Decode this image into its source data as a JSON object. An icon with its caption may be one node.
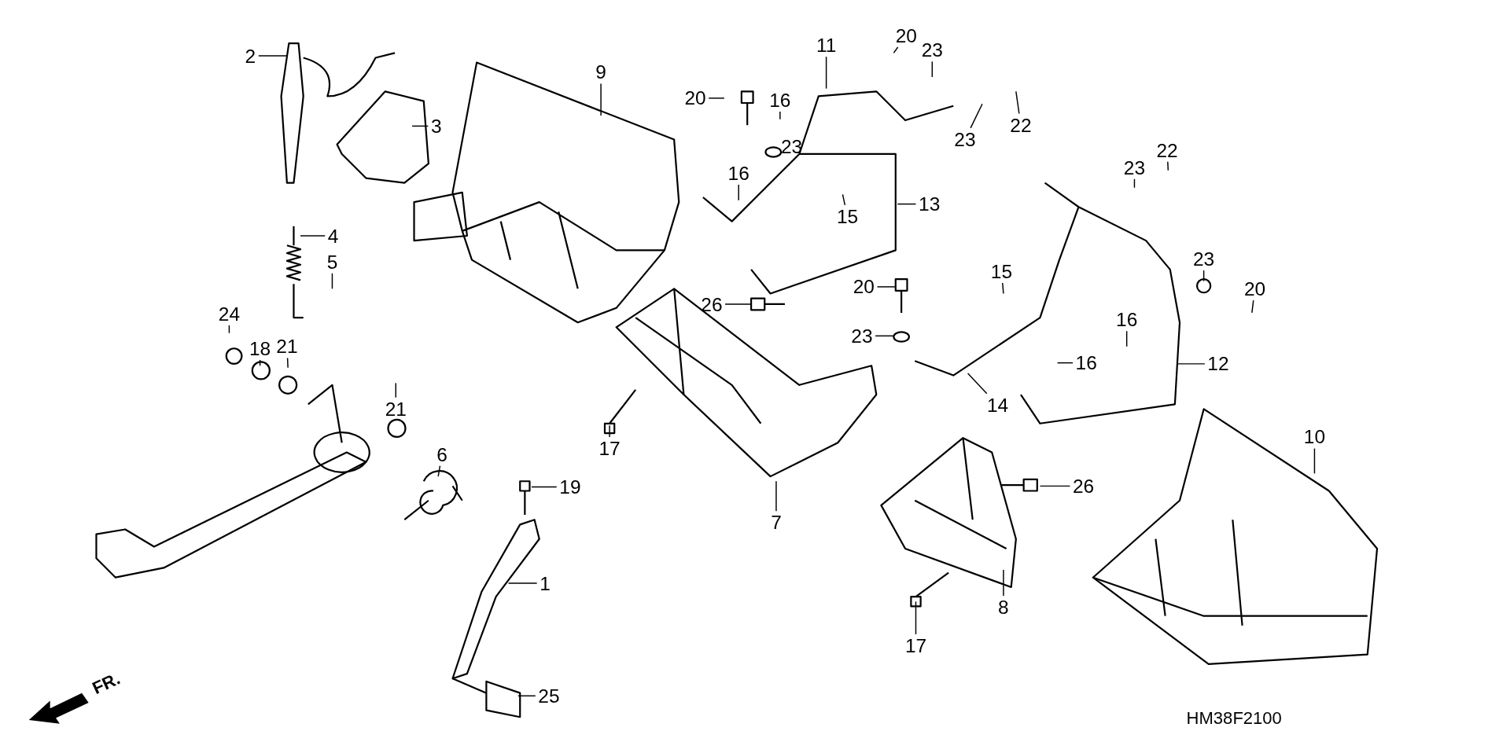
{
  "diagram": {
    "nodes": [
      {
        "text": [
          "20"
        ]
      },
      {
        "text": [
          "11"
        ]
      },
      {
        "text": [
          "23"
        ]
      },
      {
        "text": [
          "2"
        ]
      },
      {
        "text": [
          "9"
        ]
      },
      {
        "text": [
          "20"
        ]
      },
      {
        "text": [
          "16"
        ]
      },
      {
        "text": [
          "22"
        ]
      },
      {
        "text": [
          "3"
        ]
      },
      {
        "text": [
          "23"
        ]
      },
      {
        "text": [
          "23"
        ]
      },
      {
        "text": [
          "22"
        ]
      },
      {
        "text": [
          "23"
        ]
      },
      {
        "text": [
          "16"
        ]
      },
      {
        "text": [
          "13"
        ]
      },
      {
        "text": [
          "15"
        ]
      },
      {
        "text": [
          "4"
        ]
      },
      {
        "text": [
          "23"
        ]
      },
      {
        "text": [
          "5"
        ]
      },
      {
        "text": [
          "15"
        ]
      },
      {
        "text": [
          "20"
        ]
      },
      {
        "text": [
          "20"
        ]
      },
      {
        "text": [
          "26"
        ]
      },
      {
        "text": [
          "24"
        ]
      },
      {
        "text": [
          "16"
        ]
      },
      {
        "text": [
          "23"
        ]
      },
      {
        "text": [
          "21"
        ]
      },
      {
        "text": [
          "18"
        ]
      },
      {
        "text": [
          "16"
        ]
      },
      {
        "text": [
          "12"
        ]
      },
      {
        "text": [
          "14"
        ]
      },
      {
        "text": [
          "21"
        ]
      },
      {
        "text": [
          "10"
        ]
      },
      {
        "text": [
          "17"
        ]
      },
      {
        "text": [
          "6"
        ]
      },
      {
        "text": [
          "26"
        ]
      },
      {
        "text": [
          "19"
        ]
      },
      {
        "text": [
          "7"
        ]
      },
      {
        "text": [
          "1"
        ]
      },
      {
        "text": [
          "8"
        ]
      },
      {
        "text": [
          "17"
        ]
      },
      {
        "text": [
          "25"
        ]
      }
    ],
    "edges": [
      {
        "from": 0,
        "to": null,
        "arrow": "none"
      },
      {
        "from": 1,
        "to": null,
        "arrow": "none"
      },
      {
        "from": 2,
        "to": null,
        "arrow": "none"
      },
      {
        "from": 3,
        "to": null,
        "arrow": "none"
      },
      {
        "from": 4,
        "to": null,
        "arrow": "none"
      },
      {
        "from": 5,
        "to": null,
        "arrow": "none"
      },
      {
        "from": 6,
        "to": null,
        "arrow": "none"
      },
      {
        "from": 7,
        "to": null,
        "arrow": "none"
      },
      {
        "from": 8,
        "to": null,
        "arrow": "none"
      },
      {
        "from": 9,
        "to": null,
        "arrow": "none"
      },
      {
        "from": 10,
        "to": null,
        "arrow": "none"
      },
      {
        "from": 11,
        "to": null,
        "arrow": "none"
      },
      {
        "from": 12,
        "to": null,
        "arrow": "none"
      },
      {
        "from": 13,
        "to": null,
        "arrow": "none"
      },
      {
        "from": 14,
        "to": null,
        "arrow": "none"
      },
      {
        "from": 15,
        "to": null,
        "arrow": "none"
      },
      {
        "from": 16,
        "to": null,
        "arrow": "none"
      },
      {
        "from": 17,
        "to": null,
        "arrow": "none"
      },
      {
        "from": 18,
        "to": null,
        "arrow": "none"
      },
      {
        "from": 19,
        "to": null,
        "arrow": "none"
      },
      {
        "from": 20,
        "to": null,
        "arrow": "none"
      },
      {
        "from": 21,
        "to": null,
        "arrow": "none"
      },
      {
        "from": 22,
        "to": null,
        "arrow": "none"
      },
      {
        "from": 23,
        "to": null,
        "arrow": "none"
      },
      {
        "from": 24,
        "to": null,
        "arrow": "none"
      },
      {
        "from": 25,
        "to": null,
        "arrow": "none"
      },
      {
        "from": 26,
        "to": null,
        "arrow": "none"
      },
      {
        "from": 27,
        "to": null,
        "arrow": "none"
      },
      {
        "from": 28,
        "to": null,
        "arrow": "none"
      },
      {
        "from": 29,
        "to": null,
        "arrow": "none"
      },
      {
        "from": 30,
        "to": null,
        "arrow": "none"
      },
      {
        "from": 31,
        "to": null,
        "arrow": "none"
      },
      {
        "from": 32,
        "to": null,
        "arrow": "none"
      },
      {
        "from": 33,
        "to": null,
        "arrow": "none"
      },
      {
        "from": 34,
        "to": null,
        "arrow": "none"
      },
      {
        "from": 35,
        "to": null,
        "arrow": "none"
      },
      {
        "from": 36,
        "to": null,
        "arrow": "none"
      },
      {
        "from": 37,
        "to": null,
        "arrow": "none"
      },
      {
        "from": 38,
        "to": null,
        "arrow": "none"
      },
      {
        "from": 39,
        "to": null,
        "arrow": "none"
      },
      {
        "from": 40,
        "to": null,
        "arrow": "none"
      },
      {
        "from": 41,
        "to": null,
        "arrow": "none"
      }
    ],
    "labels": [
      "FR.",
      "HM38F2100"
    ]
  }
}
